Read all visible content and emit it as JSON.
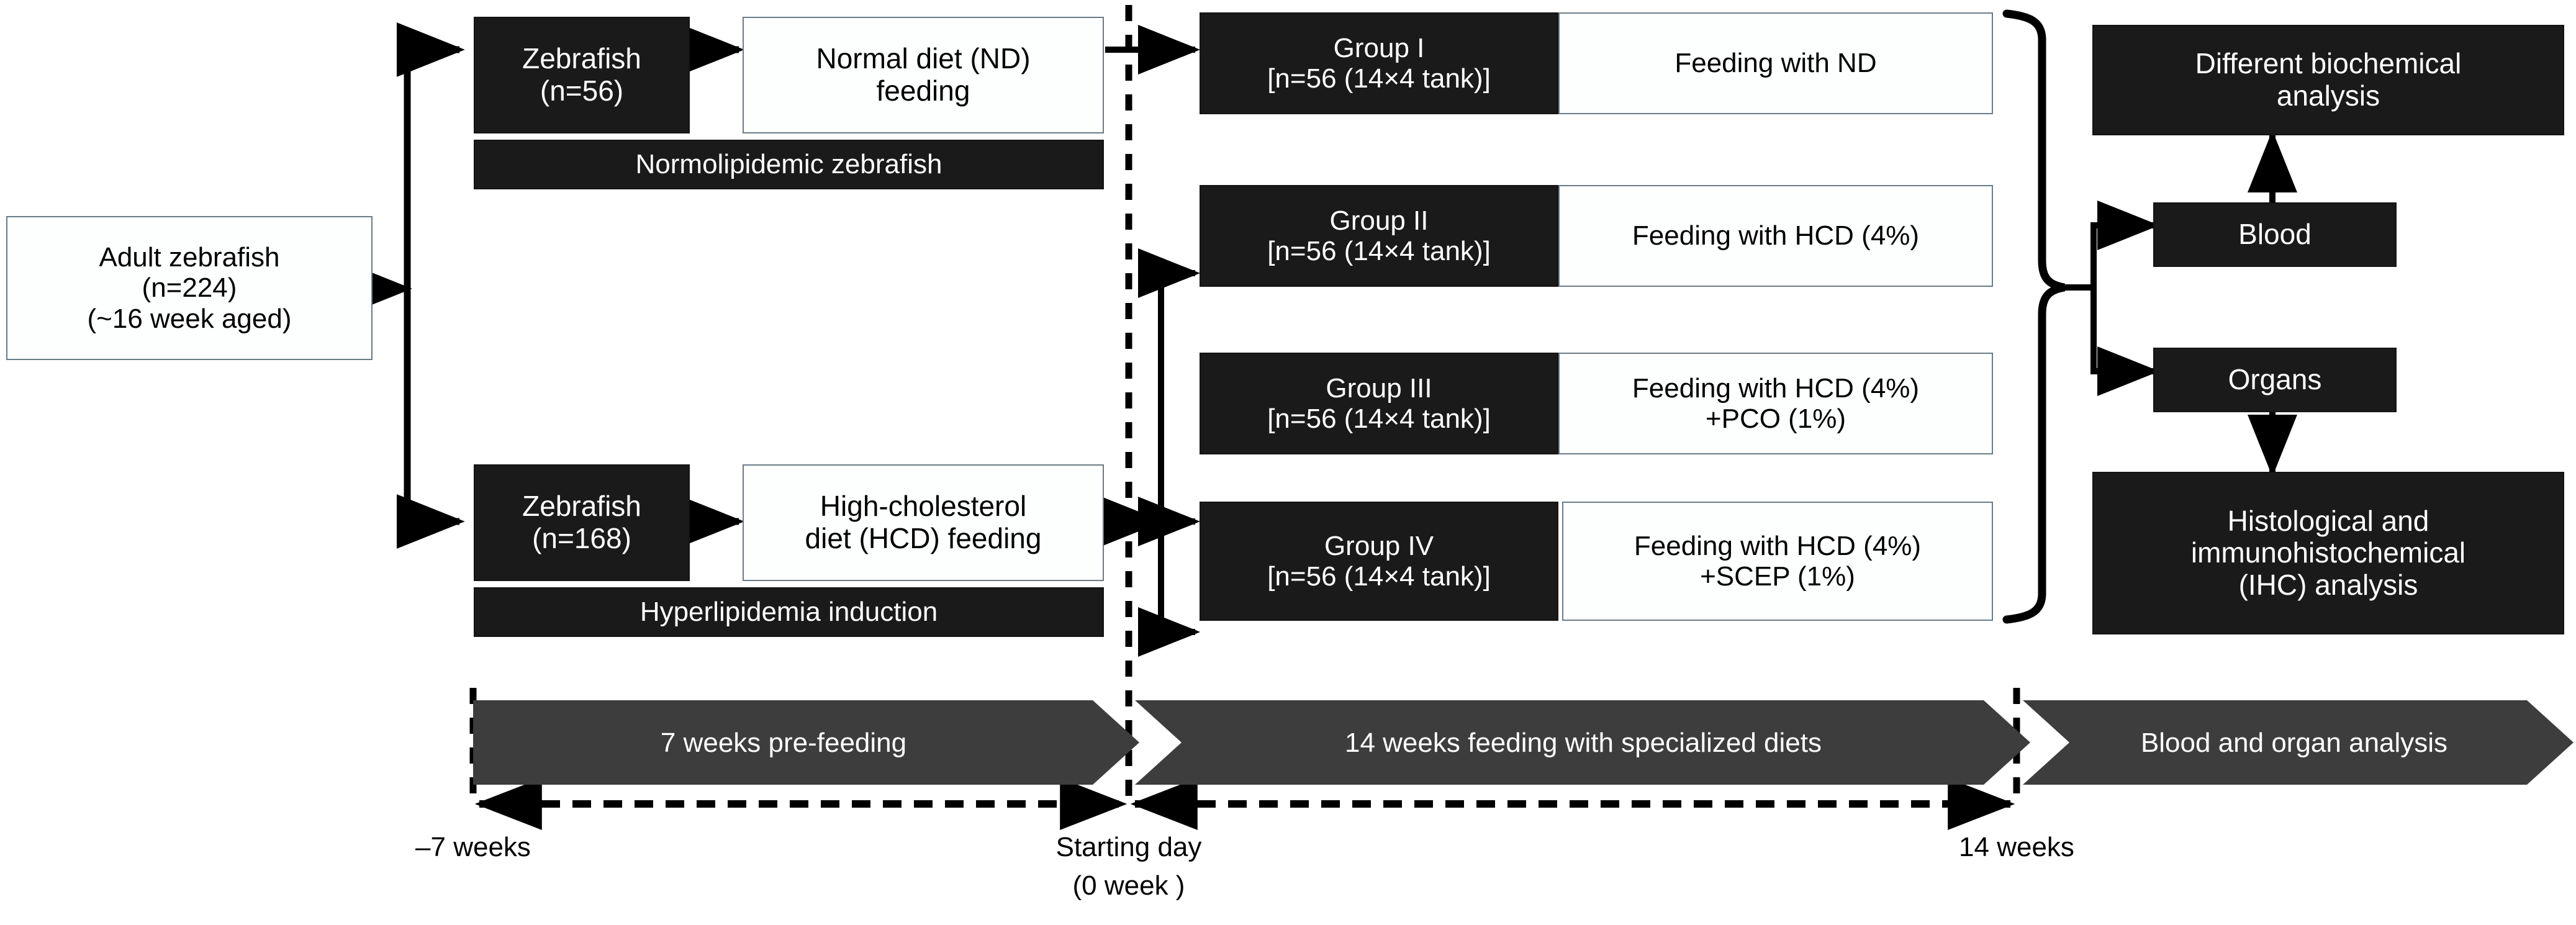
{
  "diagram": {
    "title": "Zebrafish hyperlipidemia study experimental design flowchart",
    "colors": {
      "dark_box": "#1a1a1a",
      "light_box": "#fdfefe",
      "light_box_border": "#6b7b86",
      "arrow": "#000000",
      "timeline_band": "#3d3d3d",
      "background": "#ffffff"
    }
  },
  "source": {
    "label_line1": "Adult zebrafish",
    "label_line2": "(n=224)",
    "label_line3": "(~16 week aged)"
  },
  "branches": [
    {
      "id": "normolipidemic",
      "animal_line1": "Zebrafish",
      "animal_line2": "(n=56)",
      "diet_line1": "Normal diet (ND)",
      "diet_line2": "feeding",
      "banner": "Normolipidemic zebrafish"
    },
    {
      "id": "hyperlipidemic",
      "animal_line1": "Zebrafish",
      "animal_line2": "(n=168)",
      "diet_line1": "High-cholesterol",
      "diet_line2": "diet (HCD) feeding",
      "banner": "Hyperlipidemia induction"
    }
  ],
  "groups": [
    {
      "name": "Group I",
      "size": "[n=56 (14×4 tank)]",
      "treatment_line1": "Feeding with ND",
      "treatment_line2": ""
    },
    {
      "name": "Group II",
      "size": "[n=56 (14×4 tank)]",
      "treatment_line1": "Feeding with HCD (4%)",
      "treatment_line2": ""
    },
    {
      "name": "Group III",
      "size": "[n=56 (14×4 tank)]",
      "treatment_line1": "Feeding with HCD (4%)",
      "treatment_line2": "+PCO (1%)"
    },
    {
      "name": "Group IV",
      "size": "[n=56 (14×4 tank)]",
      "treatment_line1": "Feeding with HCD (4%)",
      "treatment_line2": "+SCEP (1%)"
    }
  ],
  "outcomes": {
    "biochemical_line1": "Different biochemical",
    "biochemical_line2": "analysis",
    "blood": "Blood",
    "organs": "Organs",
    "histology_line1": "Histological and",
    "histology_line2": "immunohistochemical",
    "histology_line3": "(IHC) analysis"
  },
  "timeline": {
    "phases": [
      {
        "label": "7 weeks pre-feeding"
      },
      {
        "label": "14 weeks feeding with specialized diets"
      },
      {
        "label": "Blood and organ analysis"
      }
    ],
    "ticks": [
      {
        "line1": "–7 weeks",
        "line2": ""
      },
      {
        "line1": "Starting day",
        "line2": "(0 week )"
      },
      {
        "line1": "14 weeks",
        "line2": ""
      }
    ]
  }
}
